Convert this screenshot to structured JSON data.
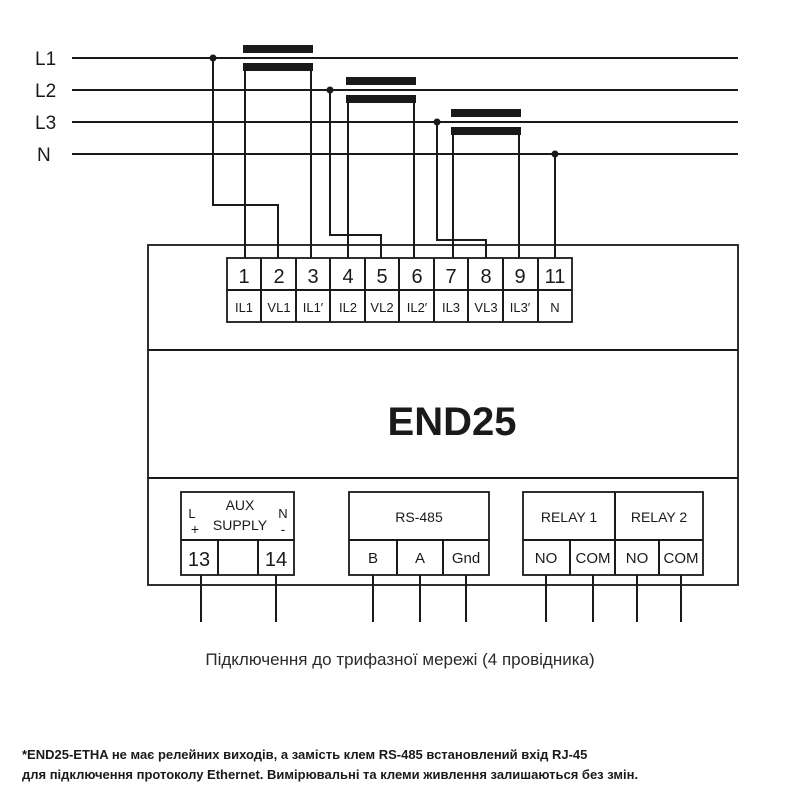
{
  "lines": [
    "L1",
    "L2",
    "L3",
    "N"
  ],
  "device": {
    "name": "END25"
  },
  "terminals": [
    {
      "num": "1",
      "label": "IL1"
    },
    {
      "num": "2",
      "label": "VL1"
    },
    {
      "num": "3",
      "label": "IL1′"
    },
    {
      "num": "4",
      "label": "IL2"
    },
    {
      "num": "5",
      "label": "VL2"
    },
    {
      "num": "6",
      "label": "IL2′"
    },
    {
      "num": "7",
      "label": "IL3"
    },
    {
      "num": "8",
      "label": "VL3"
    },
    {
      "num": "9",
      "label": "IL3′"
    },
    {
      "num": "11",
      "label": "N"
    }
  ],
  "aux": {
    "title_top": "AUX",
    "title_bottom": "SUPPLY",
    "plus_letter": "L",
    "plus_sign": "+",
    "minus_letter": "N",
    "minus_sign": "-",
    "left_num": "13",
    "right_num": "14"
  },
  "rs485": {
    "title": "RS-485",
    "pins": [
      "B",
      "A",
      "Gnd"
    ]
  },
  "relay1": {
    "title": "RELAY 1",
    "pins": [
      "NO",
      "COM"
    ]
  },
  "relay2": {
    "title": "RELAY 2",
    "pins": [
      "NO",
      "COM"
    ]
  },
  "caption": "Підключення до трифазної мережі (4 провідника)",
  "footnote_line1": "*END25-ETHA не має релейних виходів, а замість клем RS-485 встановлений вхід RJ-45",
  "footnote_line2": "для підключення протоколу Ethernet. Вимірювальні та клеми живлення залишаються без змін."
}
